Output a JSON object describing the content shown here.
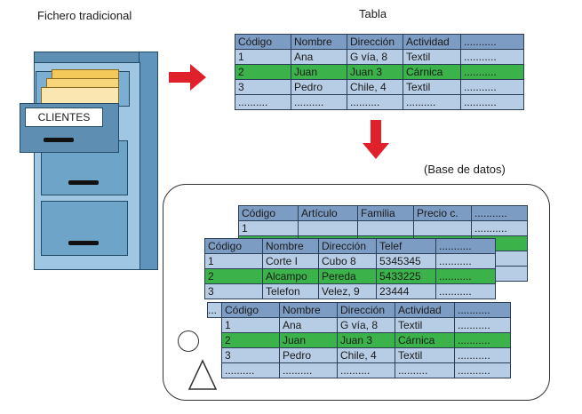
{
  "labels": {
    "fichero": "Fichero tradicional",
    "tabla": "Tabla",
    "base": "(Base de datos)",
    "clientes": "CLIENTES"
  },
  "tabla_top": {
    "headers": [
      "Código",
      "Nombre",
      "Dirección",
      "Actividad",
      "..........."
    ],
    "rows": [
      [
        "1",
        "Ana",
        "G vía, 8",
        "Textil",
        "..........."
      ],
      [
        "2",
        "Juan",
        "Juan 3",
        "Cárnica",
        "..........."
      ],
      [
        "3",
        "Pedro",
        "Chile, 4",
        "Textil",
        "..........."
      ],
      [
        "..........",
        "..........",
        "..........",
        "..........",
        "..........."
      ]
    ]
  },
  "tabla_articulos": {
    "headers": [
      "Código",
      "Artículo",
      "Familia",
      "Precio c.",
      "..........."
    ],
    "rows": [
      [
        "1",
        "",
        "",
        "",
        "..........."
      ],
      [
        "",
        "",
        "",
        "",
        "....."
      ],
      [
        "",
        "",
        "",
        "",
        "....."
      ],
      [
        "",
        "",
        "",
        "",
        "....."
      ]
    ]
  },
  "tabla_proveedores": {
    "headers": [
      "Código",
      "Nombre",
      "Dirección",
      "Telef",
      "..........."
    ],
    "rows": [
      [
        "1",
        "Corte I",
        "Cubo 8",
        "5345345",
        "..........."
      ],
      [
        "2",
        "Alcampo",
        "Pereda",
        "5433225",
        "..........."
      ],
      [
        "3",
        "Telefon",
        "Velez, 9",
        "23444",
        "..........."
      ]
    ]
  },
  "tabla_clientes": {
    "headers": [
      "Código",
      "Nombre",
      "Dirección",
      "Actividad",
      "..........."
    ],
    "rows": [
      [
        "1",
        "Ana",
        "G vía, 8",
        "Textil",
        "..........."
      ],
      [
        "2",
        "Juan",
        "Juan 3",
        "Cárnica",
        "..........."
      ],
      [
        "3",
        "Pedro",
        "Chile, 4",
        "Textil",
        "..........."
      ],
      [
        "..........",
        "..........",
        "..........",
        "..........",
        "..........."
      ]
    ],
    "prefix": "..."
  }
}
